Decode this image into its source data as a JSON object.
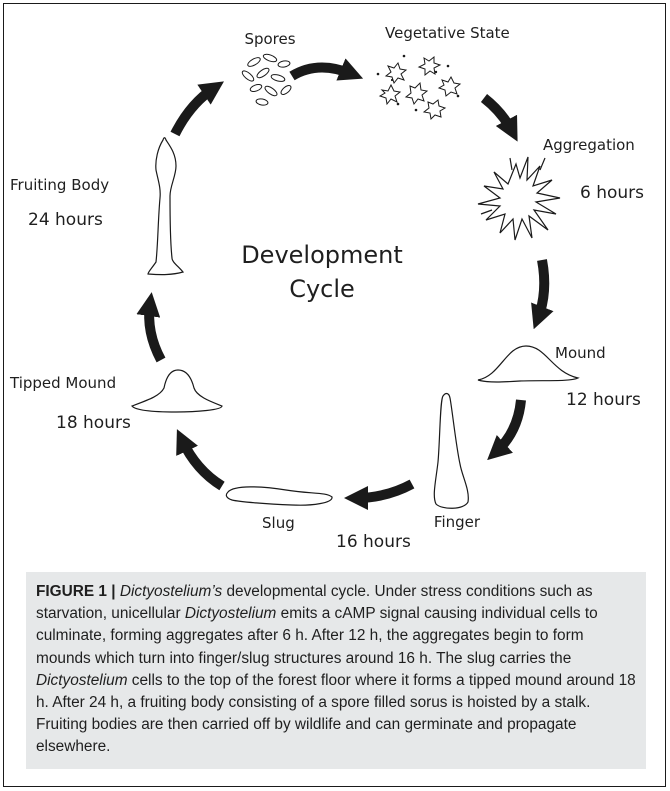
{
  "diagram": {
    "title_line1": "Development",
    "title_line2": "Cycle",
    "stages": {
      "spores": {
        "label": "Spores"
      },
      "vegetative": {
        "label": "Vegetative State"
      },
      "aggregation": {
        "label": "Aggregation",
        "time": "6 hours"
      },
      "mound": {
        "label": "Mound",
        "time": "12 hours"
      },
      "finger": {
        "label": "Finger"
      },
      "slug": {
        "label": "Slug",
        "time": "16 hours"
      },
      "tipped_mound": {
        "label": "Tipped Mound",
        "time": "18 hours"
      },
      "fruiting_body": {
        "label": "Fruiting Body",
        "time": "24 hours"
      }
    }
  },
  "caption": {
    "label": "FIGURE 1 |",
    "parts": [
      {
        "italic": true,
        "text": "Dictyostelium’s"
      },
      {
        "italic": false,
        "text": " developmental cycle. Under stress conditions such as starvation, unicellular "
      },
      {
        "italic": true,
        "text": "Dictyostelium"
      },
      {
        "italic": false,
        "text": " emits a cAMP signal causing individual cells to culminate, forming aggregates after 6 h. After 12 h, the aggregates begin to form mounds which turn into finger/slug structures around 16 h. The slug carries the "
      },
      {
        "italic": true,
        "text": "Dictyostelium"
      },
      {
        "italic": false,
        "text": " cells to the top of the forest floor where it forms a tipped mound around 18 h. After 24 h, a fruiting body consisting of a spore filled sorus is hoisted by a stalk. Fruiting bodies are then carried off by wildlife and can germinate and propagate elsewhere."
      }
    ]
  },
  "colors": {
    "ink": "#1a1a1a",
    "caption_bg": "#e6e8e9"
  }
}
